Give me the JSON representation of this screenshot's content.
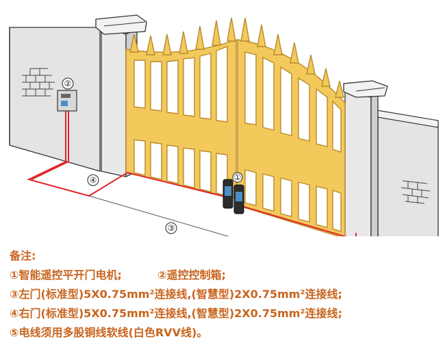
{
  "markers": {
    "m1": "①",
    "m2": "②",
    "m3": "③",
    "m4": "④"
  },
  "notes": {
    "heading": "备注:",
    "line1a": "①智能遥控平开门电机;",
    "line1b": "②遥控控制箱;",
    "line2": "③左门(标准型)5X0.75mm²连接线,(智慧型)2X0.75mm²连接线;",
    "line3": "④右门(标准型)5X0.75mm²连接线,(智慧型)2X0.75mm²连接线;",
    "line4": "⑤电线须用多股铜线软线(白色RVV线)。"
  },
  "colors": {
    "gate": "#f3c95c",
    "gate_edge": "#b88a2a",
    "wire": "#e0262a",
    "note_text": "#c8641e",
    "wall": "#e4e4e4"
  },
  "icons": {
    "control_box": "control-box-icon",
    "motor": "gate-motor-icon",
    "brick": "brick-pattern-icon"
  }
}
